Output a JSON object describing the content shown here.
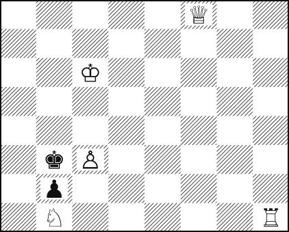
{
  "board": {
    "files": [
      "a",
      "b",
      "c",
      "d",
      "e",
      "f",
      "g",
      "h"
    ],
    "ranks": [
      8,
      7,
      6,
      5,
      4,
      3,
      2,
      1
    ],
    "orientation": "white-bottom",
    "light_square_color": "#ffffff",
    "dark_square_color": "#ffffff",
    "hatch_color": "#1a1a1a",
    "border_color": "#111111"
  },
  "pieces": [
    {
      "name": "white-queen",
      "type": "queen",
      "color": "white",
      "square": "f8",
      "glyph": "♕"
    },
    {
      "name": "white-king",
      "type": "king",
      "color": "white",
      "square": "c6",
      "glyph": "♔"
    },
    {
      "name": "black-king",
      "type": "king",
      "color": "black",
      "square": "b3",
      "glyph": "♚"
    },
    {
      "name": "white-pawn",
      "type": "pawn",
      "color": "white",
      "square": "c3",
      "glyph": "♙"
    },
    {
      "name": "black-pawn",
      "type": "pawn",
      "color": "black",
      "square": "b2",
      "glyph": "♟"
    },
    {
      "name": "white-knight",
      "type": "knight",
      "color": "white",
      "square": "b1",
      "glyph": "♘"
    },
    {
      "name": "white-rook",
      "type": "rook",
      "color": "white",
      "square": "h1",
      "glyph": "♖"
    }
  ]
}
